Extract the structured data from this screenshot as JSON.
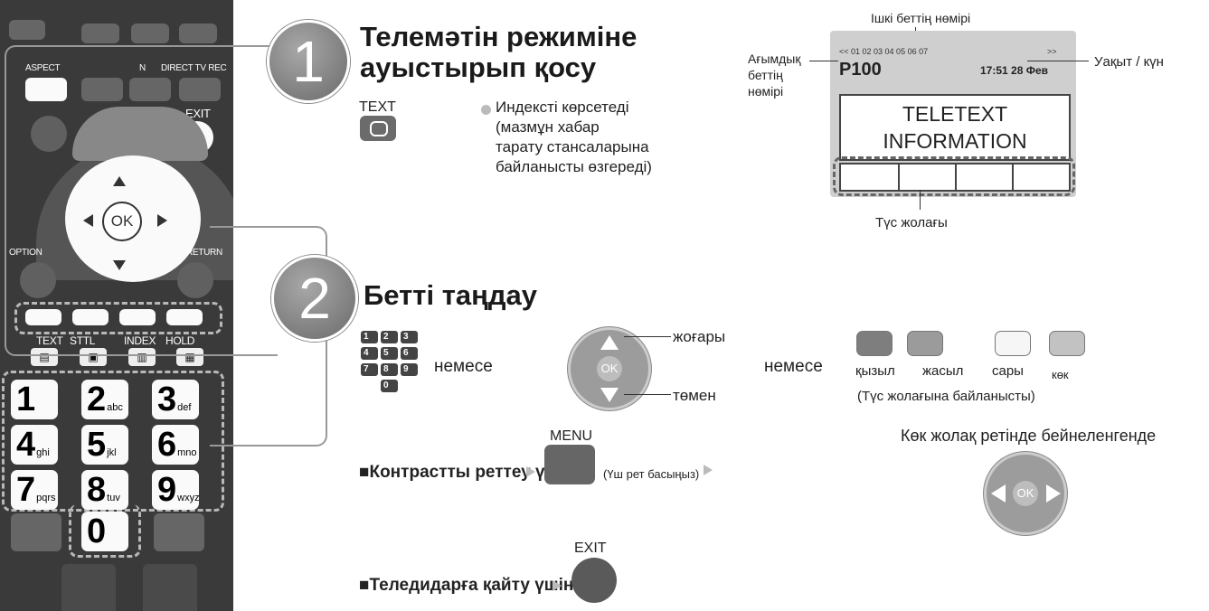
{
  "remote": {
    "top_buttons": [
      "ASPECT",
      "N",
      "DIRECT TV REC",
      "EXIT",
      "OPTION",
      "RETURN",
      "OK"
    ],
    "text_keys": [
      "TEXT",
      "STTL",
      "INDEX",
      "HOLD"
    ],
    "numbers": [
      {
        "digit": "1",
        "letters": ""
      },
      {
        "digit": "2",
        "letters": "abc"
      },
      {
        "digit": "3",
        "letters": "def"
      },
      {
        "digit": "4",
        "letters": "ghi"
      },
      {
        "digit": "5",
        "letters": "jkl"
      },
      {
        "digit": "6",
        "letters": "mno"
      },
      {
        "digit": "7",
        "letters": "pqrs"
      },
      {
        "digit": "8",
        "letters": "tuv"
      },
      {
        "digit": "9",
        "letters": "wxyz"
      },
      {
        "digit": "0",
        "letters": ""
      }
    ]
  },
  "step1": {
    "number": "1",
    "title_line1": "Телемәтін режиміне",
    "title_line2": "ауыстырып қосу",
    "key_label": "TEXT",
    "note_lines": [
      "Индексті көрсетеді",
      "(мазмұн хабар",
      "тарату стансаларына",
      "байланысты өзгереді)"
    ]
  },
  "screen": {
    "subpage_label": "Ішкі беттің нөмірі",
    "subpages": "<< 01 02 03 04 05 06 07",
    "subpages_more": ">>",
    "page": "P100",
    "time_date": "17:51 28 Фев",
    "current_page_label": [
      "Ағымдық",
      "беттің",
      "нөмірі"
    ],
    "time_label": "Уақыт / күн",
    "info_line1": "TELETEXT",
    "info_line2": "INFORMATION",
    "colour_bar_label": "Түс жолағы"
  },
  "step2": {
    "number": "2",
    "title": "Бетті таңдау",
    "or1": "немесе",
    "up": "жоғары",
    "down": "төмен",
    "or2": "немесе",
    "colour_names": [
      "қызыл",
      "жасыл",
      "сары",
      "көк"
    ],
    "colour_note": "(Түс жолағына байланысты)",
    "contrast_label": "■Контрастты реттеу үшін",
    "menu_key": "MENU",
    "press_three": "(Үш рет басыңыз)",
    "blue_bar_label": "Көк жолақ ретінде бейнеленгенде",
    "exit_label": "■Теледидарға қайту үшін",
    "exit_key": "EXIT"
  },
  "colors": {
    "red": "#8a8a8a",
    "green": "#a0a0a0",
    "yellow": "#eeeeee",
    "blue": "#c6c6c6"
  }
}
